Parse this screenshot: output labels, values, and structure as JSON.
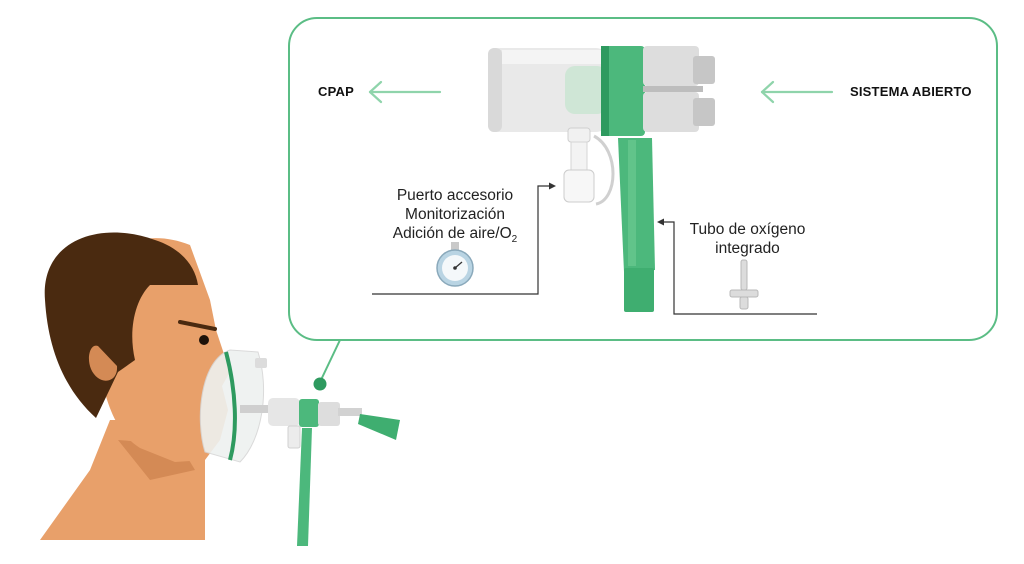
{
  "labels": {
    "cpap": "CPAP",
    "sistema_abierto": "SISTEMA ABIERTO",
    "puerto_accesorio": "Puerto accesorio",
    "monitorizacion": "Monitorización",
    "adicion_prefix": "Adición de aire/O",
    "adicion_sub": "2",
    "tubo_line1": "Tubo de oxígeno",
    "tubo_line2": "integrado"
  },
  "colors": {
    "green_primary": "#4cb87c",
    "green_dark": "#2e9a5f",
    "frame_border": "#5bbd85",
    "arrow_light": "#8fd4ab",
    "skin": "#e8a06a",
    "skin_shadow": "#d48a55",
    "hair": "#4a2a10",
    "device_grey": "#e6e6e6",
    "device_mid": "#cfcfcf",
    "leader_line": "#333333"
  },
  "icons": [
    "pressure-gauge-icon",
    "oxygen-flowmeter-icon"
  ]
}
